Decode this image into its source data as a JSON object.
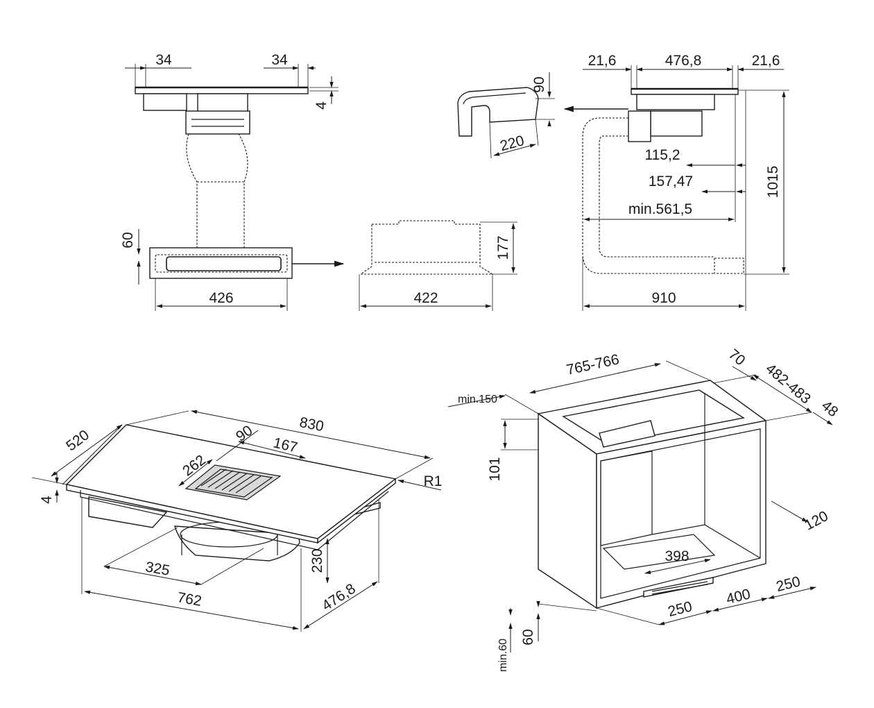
{
  "dimensions": {
    "top_left_34_a": "34",
    "top_left_34_b": "34",
    "top_left_4": "4",
    "side_60": "60",
    "width_426": "426",
    "width_422": "422",
    "height_177": "177",
    "top_right_21_6_a": "21,6",
    "top_right_476_8": "476,8",
    "top_right_21_6_b": "21,6",
    "elbow_90": "90",
    "elbow_220": "220",
    "depth_115_2": "115,2",
    "depth_157_47": "157,47",
    "depth_min_561_5": "min.561,5",
    "height_1015": "1015",
    "width_910": "910",
    "hob_830": "830",
    "hob_520": "520",
    "vent_90": "90",
    "vent_167": "167",
    "vent_262": "262",
    "radius_r1": "R1",
    "hob_thickness_4": "4",
    "below_325": "325",
    "below_762": "762",
    "below_230": "230",
    "below_476_8": "476,8",
    "cab_765_766": "765-766",
    "cab_70": "70",
    "cab_482_483": "482-483",
    "cab_48": "48",
    "cab_min_150": "min.150",
    "cab_101": "101",
    "cab_120": "120",
    "cab_398": "398",
    "cab_250_a": "250",
    "cab_400": "400",
    "cab_250_b": "250",
    "cab_60": "60",
    "cab_min_60": "min.60"
  }
}
